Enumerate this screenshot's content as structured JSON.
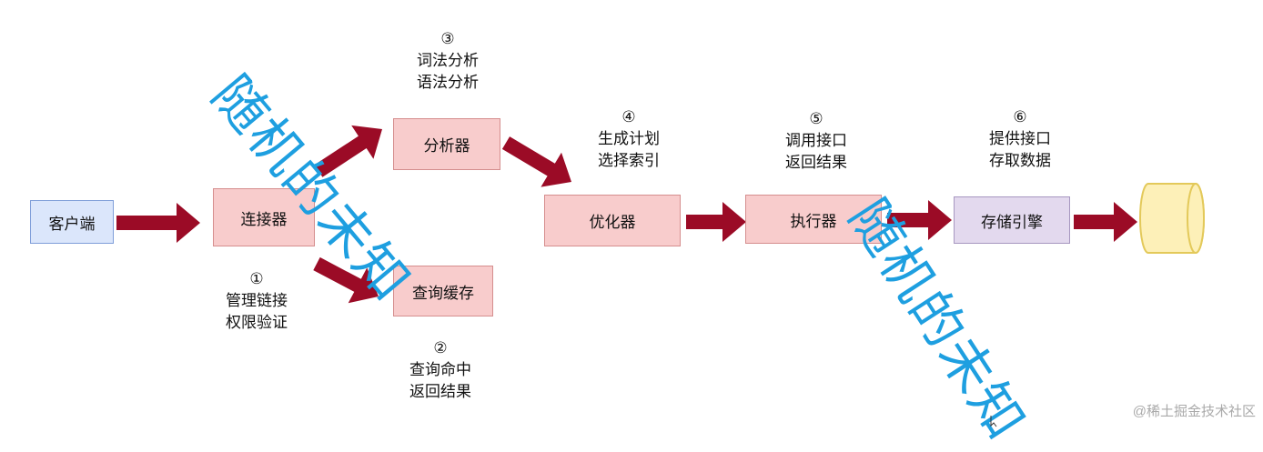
{
  "colors": {
    "arrow": "#9b0b26",
    "client_fill": "#dbe6fb",
    "client_border": "#7f9ed9",
    "module_fill": "#f8cccc",
    "module_border": "#d58e8e",
    "engine_fill": "#e3d9ee",
    "engine_border": "#a797c0",
    "storage_fill": "#fdf0b8",
    "storage_border": "#e3c95a",
    "watermark": "#1e9fe0"
  },
  "boxes": {
    "client": "客户端",
    "connector": "连接器",
    "analyzer": "分析器",
    "query_cache": "查询缓存",
    "optimizer": "优化器",
    "executor": "执行器",
    "storage_engine": "存储引擎"
  },
  "steps": {
    "step1": {
      "number": "①",
      "line1": "管理链接",
      "line2": "权限验证"
    },
    "step2": {
      "number": "②",
      "line1": "查询命中",
      "line2": "返回结果"
    },
    "step3": {
      "number": "③",
      "line1": "词法分析",
      "line2": "语法分析"
    },
    "step4": {
      "number": "④",
      "line1": "生成计划",
      "line2": "选择索引"
    },
    "step5": {
      "number": "⑤",
      "line1": "调用接口",
      "line2": "返回结果"
    },
    "step6": {
      "number": "⑥",
      "line1": "提供接口",
      "line2": "存取数据"
    }
  },
  "watermark": "随机的未知",
  "credit": "@稀土掘金技术社区"
}
